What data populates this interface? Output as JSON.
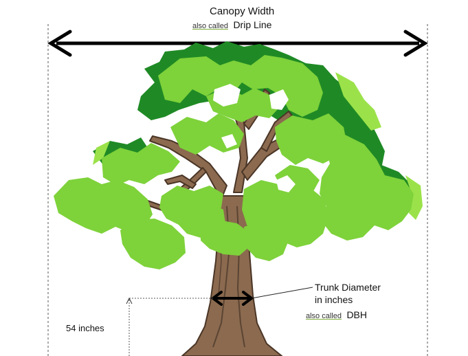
{
  "canopy": {
    "title": "Canopy Width",
    "also_prefix": "also called",
    "also_term": "Drip Line"
  },
  "trunk": {
    "line1": "Trunk Diameter",
    "line2": "in inches",
    "also_prefix": "also called",
    "also_term": "DBH"
  },
  "height": {
    "label": "54 inches"
  },
  "colors": {
    "leaf_light": "#7ed23a",
    "leaf_mid": "#5cbf2a",
    "leaf_dark": "#1f8a25",
    "bark": "#8b6a4f",
    "bark_dark": "#4a3526",
    "arrow": "#000000"
  }
}
